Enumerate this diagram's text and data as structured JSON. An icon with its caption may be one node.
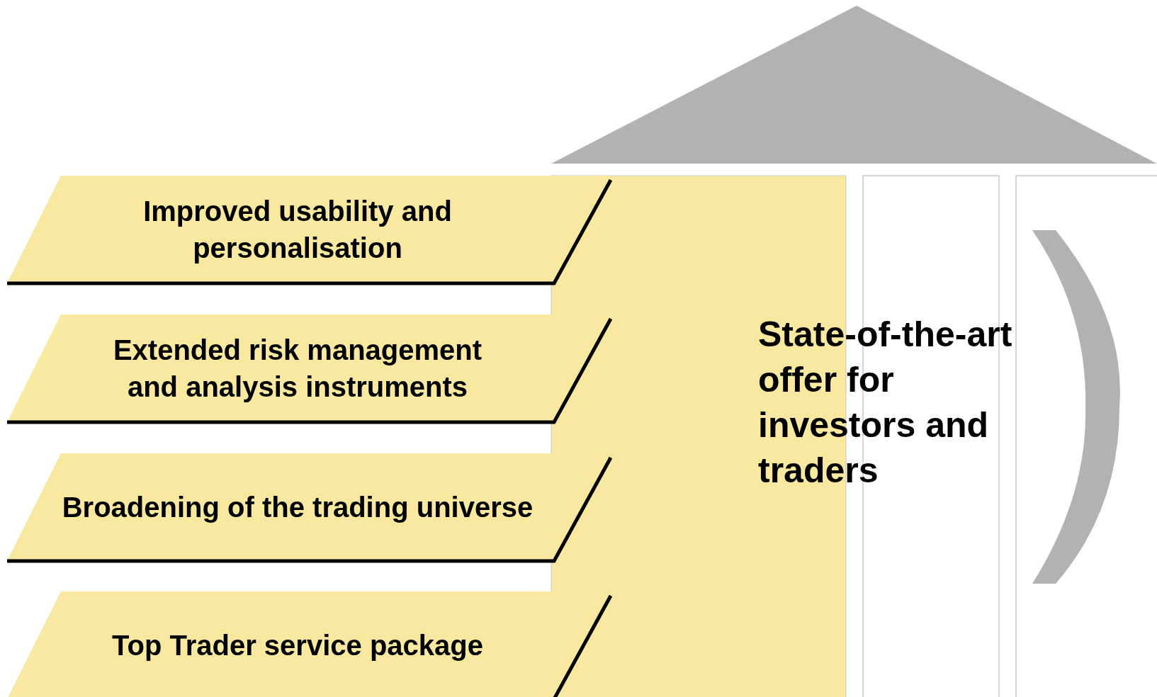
{
  "diagram": {
    "nodes": [
      {
        "text": [
          "Improved usability and personalisation"
        ]
      },
      {
        "text": [
          "Extended risk management and analysis instruments"
        ]
      },
      {
        "text": [
          "Broadening of the trading universe"
        ]
      },
      {
        "text": [
          "Top Trader service package"
        ]
      }
    ],
    "edges": [],
    "labels": [
      "State-of-the-art offer for investors and traders"
    ]
  }
}
